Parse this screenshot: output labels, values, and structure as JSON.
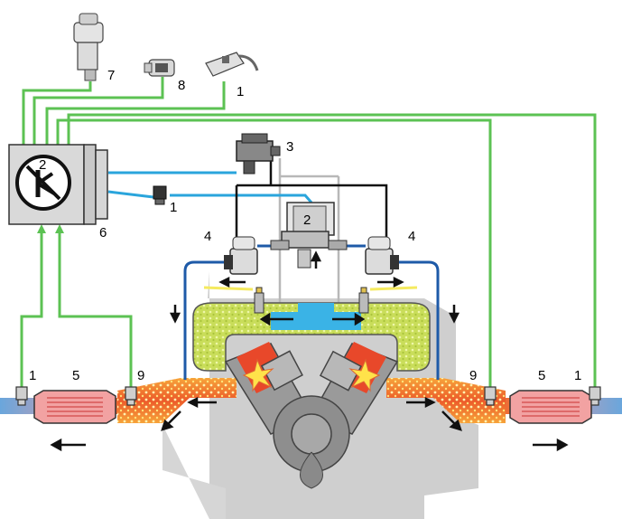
{
  "labels": {
    "sensor_1_top": "1",
    "maf_sensor_7": "7",
    "sensor_8": "8",
    "valve_3": "3",
    "pump_2": "2",
    "ecu_6": "6",
    "small_sensor_1": "1",
    "valve_4_left": "4",
    "valve_4_right": "4",
    "probe_1_left": "1",
    "converter_5_left": "5",
    "probe_9_left": "9",
    "probe_9_right": "9",
    "converter_5_right": "5",
    "probe_1_right": "1"
  },
  "colors": {
    "signal_wire": "#5cc253",
    "vacuum_line": "#2aa5dc",
    "secondary_air_line": "#1e5aa8",
    "control_wire": "#111111",
    "exhaust_hot": "#e8482a",
    "exhaust_flame": "#f5a623",
    "combustion_mix": "#c9dd5a",
    "engine_block": "#cfcfcf",
    "exhaust_cool": "#7aaee0",
    "ecu_body": "#d9d9d9"
  },
  "icons": {
    "ecu": "ecu-icon",
    "spark": "spark-icon",
    "arrow": "flow-arrow-icon"
  }
}
